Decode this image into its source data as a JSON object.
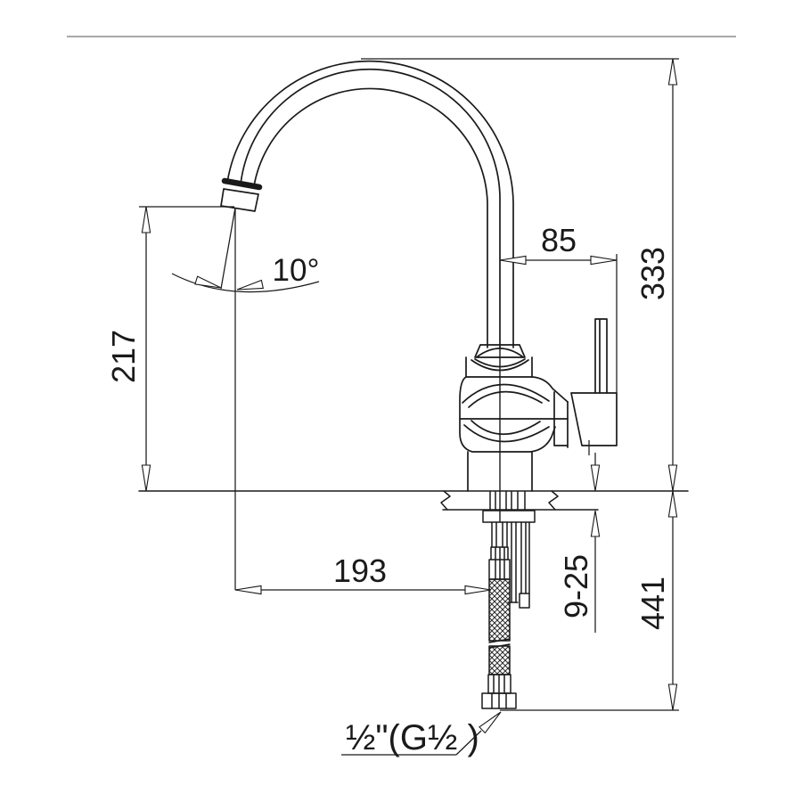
{
  "diagram": {
    "type": "faucet-technical-drawing",
    "colors": {
      "line": "#1a1a1a",
      "border": "#8c8c8c",
      "background": "#ffffff"
    },
    "labels": {
      "spout_height": "217",
      "angle": "10°",
      "handle_offset": "85",
      "height_above_counter": "333",
      "spout_reach": "193",
      "counter_thickness": "9-25",
      "below_counter_height": "441",
      "connection_size": "½\"(G½ )"
    }
  }
}
